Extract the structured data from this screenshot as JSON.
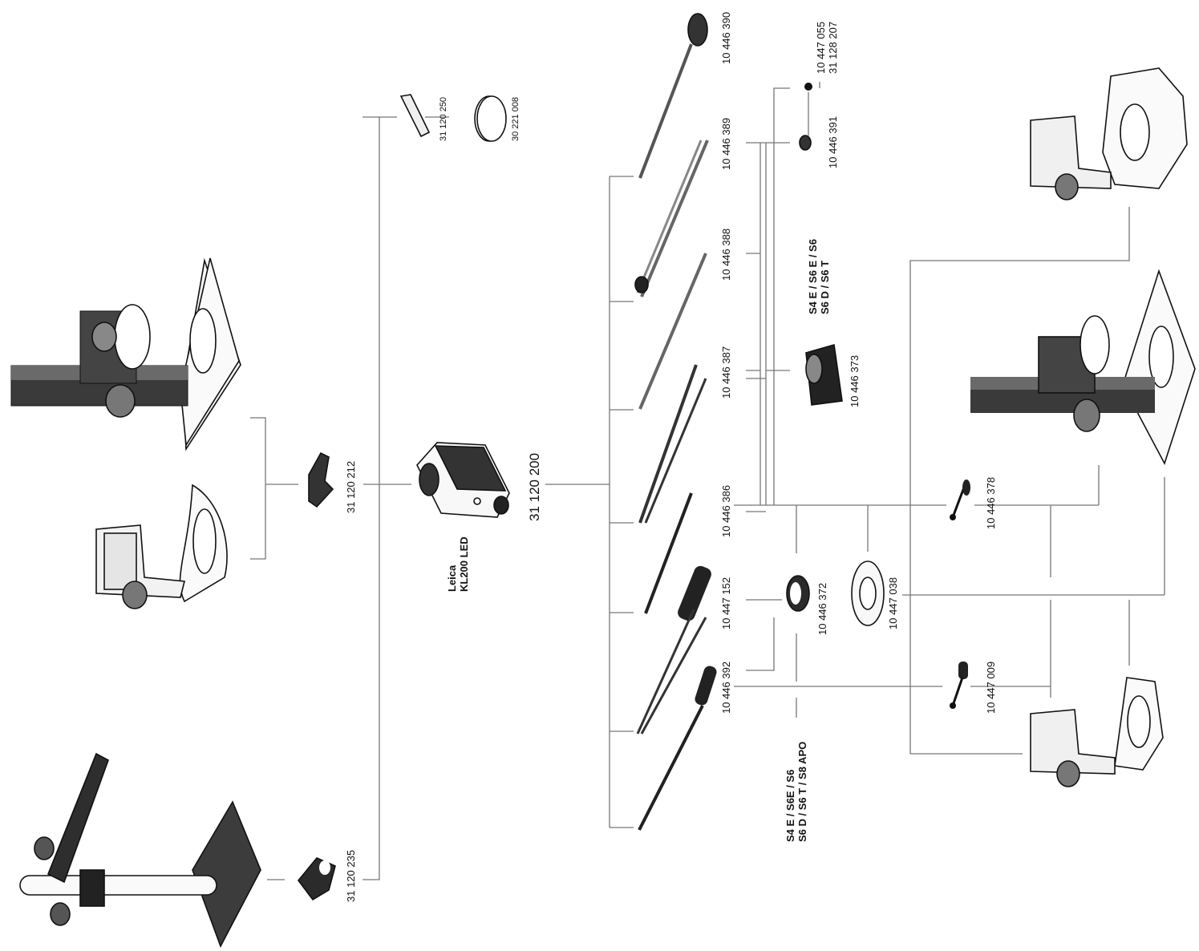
{
  "light_source": {
    "code": "31 120 200",
    "name_line1": "Leica",
    "name_line2": "KL200 LED"
  },
  "adapters": {
    "holder_code": "31 120 212",
    "clamp_code": "31 120 235",
    "bracket_code": "31 120 250",
    "disc_code": "30 221 008"
  },
  "light_guides": [
    {
      "code": "10 446 390"
    },
    {
      "code": "10 446 389"
    },
    {
      "code": "10 446 388"
    },
    {
      "code": "10 446 387"
    },
    {
      "code": "10 446 386"
    },
    {
      "code": "10 447 152"
    },
    {
      "code": "10 446 392"
    }
  ],
  "accessories": {
    "filter_1": "10 447 055",
    "filter_2": "31 128 207",
    "filter_holder": "10 446 391",
    "ring_light_adapter": "10 446 373",
    "ring_clamp": "10 446 372",
    "ring_adapter": "10 447 038",
    "gooseneck_a": "10 446 378",
    "gooseneck_b": "10 447 009"
  },
  "models": {
    "group_a_line1": "S4 E / S6 E / S6",
    "group_a_line2": "S6 D / S6 T",
    "group_b_line1": "S4 E  / S6E / S6",
    "group_b_line2": "S6 D / S6 T / S8 APO"
  }
}
